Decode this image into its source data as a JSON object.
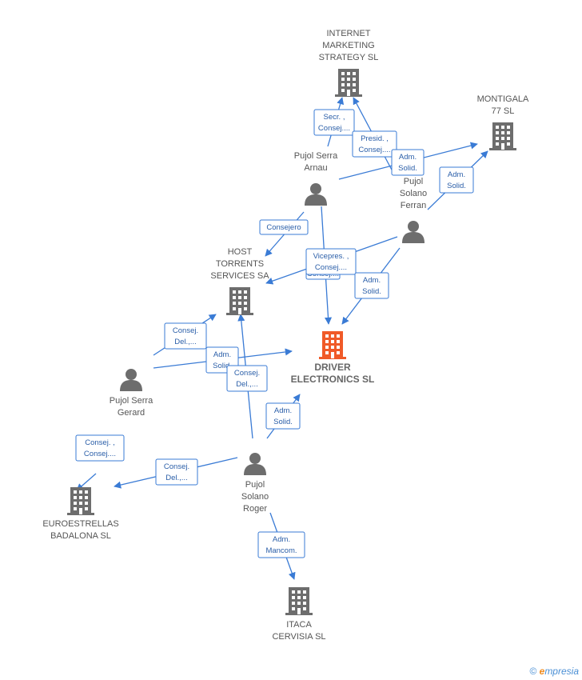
{
  "colors": {
    "edge": "#3a7bd5",
    "company": "#6d6d6d",
    "main_company": "#f05a28",
    "person": "#6d6d6d",
    "label": "#555555"
  },
  "nodes": [
    {
      "id": "internet",
      "type": "company",
      "label": [
        "INTERNET",
        "MARKETING",
        "STRATEGY SL"
      ]
    },
    {
      "id": "montigala",
      "type": "company",
      "label": [
        "MONTIGALA",
        "77 SL"
      ]
    },
    {
      "id": "host",
      "type": "company",
      "label": [
        "HOST",
        "TORRENTS",
        "SERVICES SA"
      ]
    },
    {
      "id": "driver",
      "type": "main-company",
      "label": [
        "DRIVER",
        "ELECTRONICS SL"
      ]
    },
    {
      "id": "euro",
      "type": "company",
      "label": [
        "EUROESTRELLAS",
        "BADALONA SL"
      ]
    },
    {
      "id": "itaca",
      "type": "company",
      "label": [
        "ITACA",
        "CERVISIA  SL"
      ]
    },
    {
      "id": "arnau",
      "type": "person",
      "label": [
        "Pujol Serra",
        "Arnau"
      ]
    },
    {
      "id": "ferran",
      "type": "person",
      "label": [
        "Pujol",
        "Solano",
        "Ferran"
      ]
    },
    {
      "id": "gerard",
      "type": "person",
      "label": [
        "Pujol Serra",
        "Gerard"
      ]
    },
    {
      "id": "roger",
      "type": "person",
      "label": [
        "Pujol",
        "Solano",
        "Roger"
      ]
    }
  ],
  "edges": [
    {
      "from": "arnau",
      "to": "internet",
      "role": [
        "Secr. ,",
        "Consej...."
      ]
    },
    {
      "from": "ferran",
      "to": "internet",
      "role": [
        "Presid. ,",
        "Consej...."
      ]
    },
    {
      "from": "arnau",
      "to": "montigala",
      "role": [
        "Adm.",
        "Solid."
      ]
    },
    {
      "from": "ferran",
      "to": "montigala",
      "role": [
        "Adm.",
        "Solid."
      ]
    },
    {
      "from": "arnau",
      "to": "host",
      "role": [
        "Consejero"
      ]
    },
    {
      "from": "arnau",
      "to": "driver",
      "role": [
        "Consej...."
      ]
    },
    {
      "from": "ferran",
      "to": "host",
      "role": [
        "Vicepres. ,",
        "Consej...."
      ]
    },
    {
      "from": "ferran",
      "to": "driver",
      "role": [
        "Adm.",
        "Solid."
      ]
    },
    {
      "from": "gerard",
      "to": "host",
      "role": [
        "Consej.",
        "Del.,..."
      ]
    },
    {
      "from": "gerard",
      "to": "driver",
      "role": [
        "Adm.",
        "Solid."
      ]
    },
    {
      "from": "roger",
      "to": "host",
      "role": [
        "Consej.",
        "Del.,..."
      ]
    },
    {
      "from": "roger",
      "to": "driver",
      "role": [
        "Adm.",
        "Solid."
      ]
    },
    {
      "from": "gerard",
      "to": "euro",
      "role": [
        "Consej. ,",
        "Consej...."
      ]
    },
    {
      "from": "roger",
      "to": "euro",
      "role": [
        "Consej.",
        "Del.,..."
      ]
    },
    {
      "from": "roger",
      "to": "itaca",
      "role": [
        "Adm.",
        "Mancom."
      ]
    }
  ],
  "footer": {
    "copyright": "©",
    "brand_e": "e",
    "brand_rest": "mpresia"
  }
}
